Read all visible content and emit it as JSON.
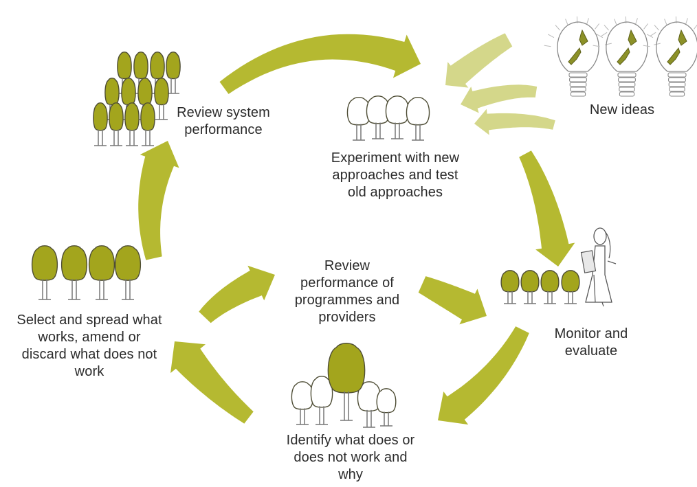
{
  "colors": {
    "arrow": "#b5b931",
    "arrow_light": "#d4d78a",
    "tree_fill": "#a3a51d",
    "tree_outline": "#4e4d35",
    "trunk": "#777777",
    "bulb_outline": "#888888",
    "map_fill": "#8c9128"
  },
  "icons": {
    "tree_cluster": "tree-icon",
    "bulb": "lightbulb-icon",
    "person": "person-with-clipboard-icon",
    "arrow": "cycle-arrow"
  },
  "labels": {
    "review_system": [
      "Review system",
      "performance"
    ],
    "experiment": [
      "Experiment with new",
      "approaches and test",
      "old approaches"
    ],
    "new_ideas": [
      "New ideas"
    ],
    "monitor": [
      "Monitor and",
      "evaluate"
    ],
    "identify": [
      "Identify what does or",
      "does not work and",
      "why"
    ],
    "select": [
      "Select and spread what",
      "works, amend or",
      "discard what does not",
      "work"
    ],
    "review_programmes": [
      "Review",
      "performance of",
      "programmes and",
      "providers"
    ]
  }
}
